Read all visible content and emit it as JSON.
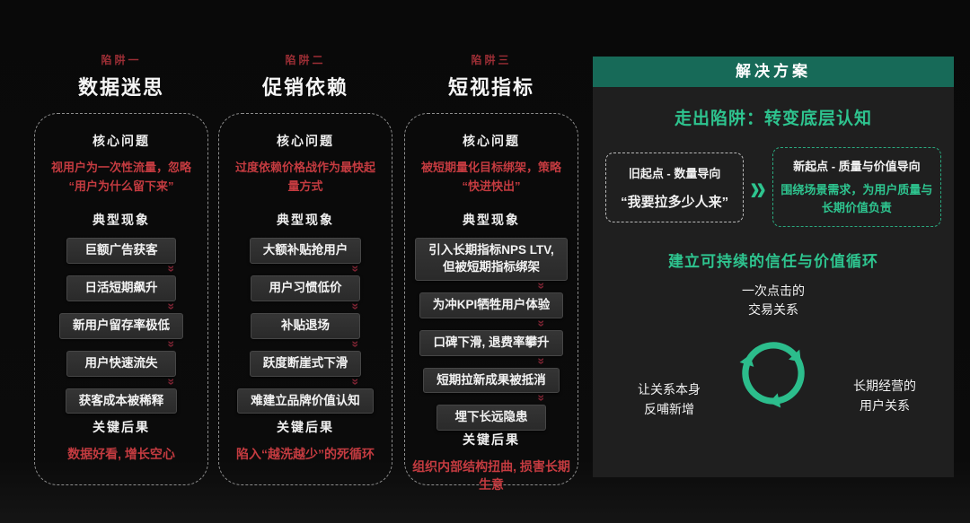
{
  "colors": {
    "background": "#0a0a0a",
    "panel_background": "#1f1f1f",
    "header_green": "#176a58",
    "accent_green": "#2ec48f",
    "tag_red": "#9c2e35",
    "body_red": "#c43b40",
    "chevron_red": "#7d2433"
  },
  "icons": {
    "double_chevron": "»"
  },
  "traps": [
    {
      "tag": "陷阱一",
      "title": "数据迷思",
      "core_label": "核心问题",
      "core_text": "视用户为一次性流量，忽略\n“用户为什么留下来”",
      "phenomena_label": "典型现象",
      "items": [
        "巨额广告获客",
        "日活短期飙升",
        "新用户留存率极低",
        "用户快速流失",
        "获客成本被稀释"
      ],
      "consequence_label": "关键后果",
      "consequence": "数据好看, 增长空心"
    },
    {
      "tag": "陷阱二",
      "title": "促销依赖",
      "core_label": "核心问题",
      "core_text": "过度依赖价格战作为最快起\n量方式",
      "phenomena_label": "典型现象",
      "items": [
        "大额补贴抢用户",
        "用户习惯低价",
        "补贴退场",
        "跃度断崖式下滑",
        "难建立品牌价值认知"
      ],
      "consequence_label": "关键后果",
      "consequence": "陷入“越洗越少”的死循环"
    },
    {
      "tag": "陷阱三",
      "title": "短视指标",
      "core_label": "核心问题",
      "core_text": "被短期量化目标绑架，策略\n“快进快出”",
      "phenomena_label": "典型现象",
      "items": [
        "引入长期指标NPS LTV,\n但被短期指标绑架",
        "为冲KPI牺牲用户体验",
        "口碑下滑, 退费率攀升",
        "短期拉新成果被抵消",
        "埋下长远隐患"
      ],
      "consequence_label": "关键后果",
      "consequence": "组织内部结构扭曲, 损害长期生意"
    }
  ],
  "solution": {
    "header": "解决方案",
    "subtitle": "走出陷阱：转变底层认知",
    "old_box": {
      "line1": "旧起点 - 数量导向",
      "line2": "“我要拉多少人来”"
    },
    "new_box": {
      "line1": "新起点 - 质量与价值导向",
      "line2": "围绕场景需求，为用户质量与长期价值负责"
    },
    "cycle_title": "建立可持续的信任与价值循环",
    "cycle_top": "一次点击的\n交易关系",
    "cycle_left": "让关系本身\n反哺新增",
    "cycle_right": "长期经营的\n用户关系"
  }
}
